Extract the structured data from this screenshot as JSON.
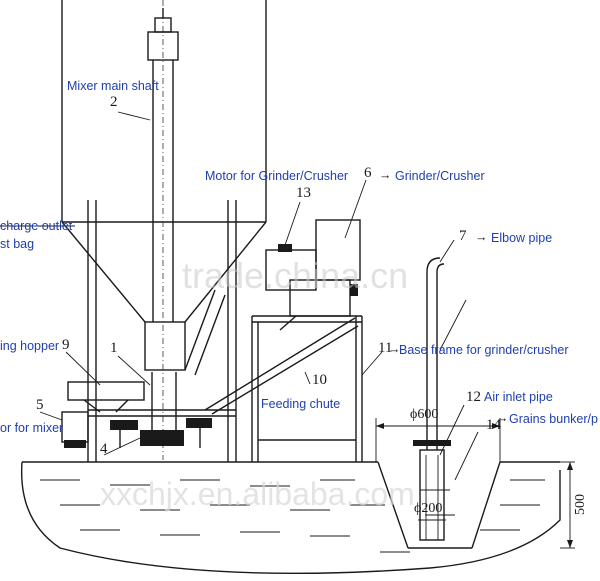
{
  "labels": {
    "mixer_main_shaft": "Mixer main shaft",
    "motor_grinder": "Motor for Grinder/Crusher",
    "grinder": "Grinder/Crusher",
    "charge_outlet": "charge outlet",
    "st_bag": "st bag",
    "elbow_pipe": "Elbow pipe",
    "ing_hopper": "ing hopper",
    "base_frame": "Base frame for grinder/crusher",
    "air_inlet_pipe": "Air inlet pipe",
    "grains_bunker": "Grains bunker/p",
    "feeding_chute": "Feeding chute",
    "or_for_mixer": "or for mixer"
  },
  "arrow_glyph": "→",
  "numbers": {
    "n1": "1",
    "n2": "2",
    "n4": "4",
    "n5": "5",
    "n6": "6",
    "n7": "7",
    "n9": "9",
    "n10": "10",
    "n11": "11",
    "n12": "12",
    "n13": "13",
    "n14": "14"
  },
  "dimensions": {
    "phi600": "ϕ600",
    "phi200": "ϕ200",
    "d500": "500"
  },
  "watermarks": {
    "trade": "trade.china.cn",
    "alibaba": "xxchjx.en.alibaba.com"
  }
}
